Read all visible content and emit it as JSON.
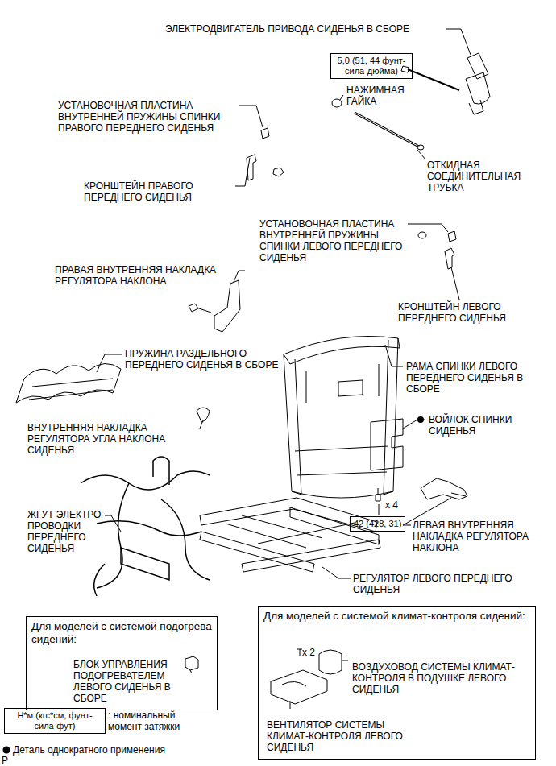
{
  "diagram": {
    "nodes": [
      {
        "text": [
          "5,0 (51, 44 фунт-сила-дюйма)"
        ]
      },
      {
        "text": [
          "42 (428, 31)"
        ]
      },
      {
        "text": [
          "Для моделей с системой подогрева сидений:",
          "БЛОК УПРАВЛЕНИЯ ПОДОГРЕВАТЕЛЕМ ЛЕВОГО СИДЕНЬЯ В СБОРЕ"
        ]
      },
      {
        "text": [
          "Для моделей с системой климат-контроля сидений:",
          "x 2",
          "ВОЗДУХОВОД СИСТЕМЫ КЛИМАТ-КОНТРОЛЯ В ПОДУШКЕ ЛЕВОГО СИДЕНЬЯ",
          "ВЕНТИЛЯТОР СИСТЕМЫ КЛИМАТ-КОНТРОЛЯ ЛЕВОГО СИДЕНЬЯ"
        ]
      },
      {
        "text": [
          "Н*м (кгс*см, фунт-сила-фут)"
        ]
      }
    ],
    "labels": [
      "ЭЛЕКТРОДВИГАТЕЛЬ ПРИВОДА СИДЕНЬЯ В СБОРЕ",
      "НАЖИМНАЯ ГАЙКА",
      "УСТАНОВОЧНАЯ ПЛАСТИНА ВНУТРЕННЕЙ ПРУЖИНЫ СПИНКИ ПРАВОГО ПЕРЕДНЕГО СИДЕНЬЯ",
      "КРОНШТЕЙН ПРАВОГО ПЕРЕДНЕГО СИДЕНЬЯ",
      "ОТКИДНАЯ СОЕДИНИТЕЛЬНАЯ ТРУБКА",
      "УСТАНОВОЧНАЯ ПЛАСТИНА ВНУТРЕННЕЙ ПРУЖИНЫ СПИНКИ ЛЕВОГО ПЕРЕДНЕГО СИДЕНЬЯ",
      "ПРАВАЯ ВНУТРЕННЯЯ НАКЛАДКА РЕГУЛЯТОРА НАКЛОНА",
      "КРОНШТЕЙН ЛЕВОГО ПЕРЕДНЕГО СИДЕНЬЯ",
      "ПРУЖИНА РАЗДЕЛЬНОГО ПЕРЕДНЕГО СИДЕНЬЯ В СБОРЕ",
      "РАМА СПИНКИ ЛЕВОГО ПЕРЕДНЕГО СИДЕНЬЯ В СБОРЕ",
      "ВОЙЛОК СПИНКИ СИДЕНЬЯ",
      "ВНУТРЕННЯЯ НАКЛАДКА РЕГУЛЯТОРА УГЛА НАКЛОНА СИДЕНЬЯ",
      "x 4",
      "ЖГУТ ЭЛЕКТРО- ПРОВОДКИ ПЕРЕДНЕГО СИДЕНЬЯ",
      "ЛЕВАЯ ВНУТРЕННЯЯ НАКЛАДКА РЕГУЛЯТОРА НАКЛОНА",
      "РЕГУЛЯТОР ЛЕВОГО ПЕРЕДНЕГО СИДЕНЬЯ",
      "P"
    ],
    "legend": [
      {
        "text": ": номинальный момент затяжки"
      },
      {
        "text": "Деталь однократного применения"
      }
    ]
  }
}
